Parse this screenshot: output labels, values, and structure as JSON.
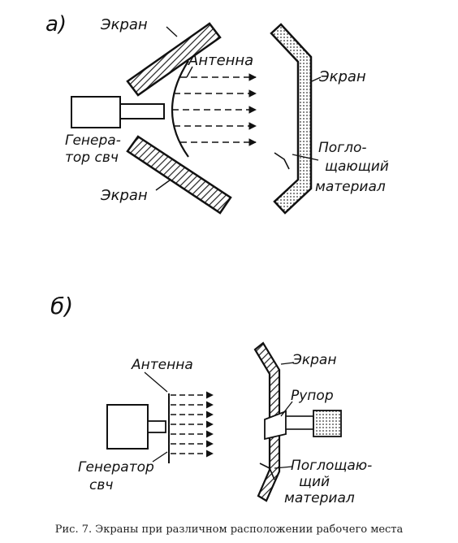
{
  "panel_a": {
    "label": "а)",
    "screen_top": "Экран",
    "antenna": "Антенна",
    "screen_right": "Экран",
    "generator_line1": "Генера-",
    "generator_line2": "тор свч",
    "absorbing_line1": "Погло-",
    "absorbing_line2": "щающий",
    "absorbing_line3": "материал",
    "screen_bottom": "Экран"
  },
  "panel_b": {
    "label": "б)",
    "antenna": "Антенна",
    "screen": "Экран",
    "horn": "Рупор",
    "generator_line1": "Генератор",
    "generator_line2": "свч",
    "absorbing_line1": "Поглощаю-",
    "absorbing_line2": "щий",
    "absorbing_line3": "материал"
  },
  "caption": "Рис. 7. Экраны при различном расположении рабочего места"
}
